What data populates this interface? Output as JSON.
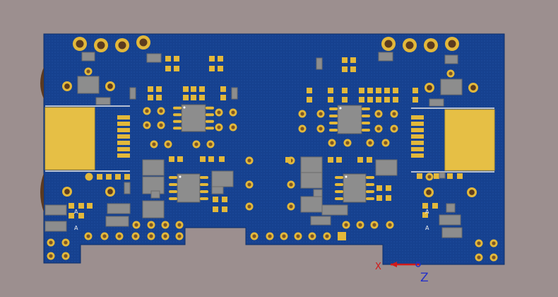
{
  "viewport": {
    "background": "#9c8f8f"
  },
  "board": {
    "substrate_color": "#16418f",
    "pad_color": "#e3b83a",
    "ic_color": "#8d8d8d",
    "edge_connector_color": "#e8c24a"
  },
  "silkscreen": {
    "labels": [
      "A",
      "A",
      "A",
      "A"
    ]
  },
  "origin_marker": {
    "x_axis_label": "X",
    "z_axis_label": "Z",
    "x_color": "#d11a1a",
    "z_color": "#2531c8"
  }
}
